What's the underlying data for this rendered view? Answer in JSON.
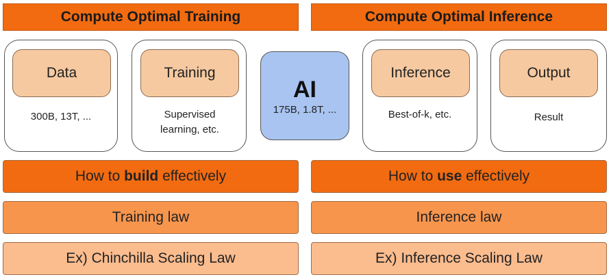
{
  "training": {
    "header": "Compute Optimal Training",
    "cards": [
      {
        "label": "Data",
        "sub": "300B, 13T, ..."
      },
      {
        "label": "Training",
        "sub": "Supervised learning, etc."
      }
    ],
    "how_pre": "How to ",
    "how_bold": "build",
    "how_post": " effectively",
    "law": "Training law",
    "example": "Ex) Chinchilla Scaling Law"
  },
  "ai": {
    "title": "AI",
    "sub": "175B, 1.8T, ..."
  },
  "inference": {
    "header": "Compute Optimal Inference",
    "cards": [
      {
        "label": "Inference",
        "sub": "Best-of-k,  etc."
      },
      {
        "label": "Output",
        "sub": "Result"
      }
    ],
    "how_pre": "How to ",
    "how_bold": "use",
    "how_post": " effectively",
    "law": "Inference law",
    "example": "Ex) Inference Scaling Law"
  },
  "colors": {
    "header_orange": "#f26b10",
    "band_mid": "#f7954c",
    "band_light": "#fbbc8e",
    "inner_peach": "#f6c9a0",
    "ai_blue": "#a9c4f0"
  }
}
